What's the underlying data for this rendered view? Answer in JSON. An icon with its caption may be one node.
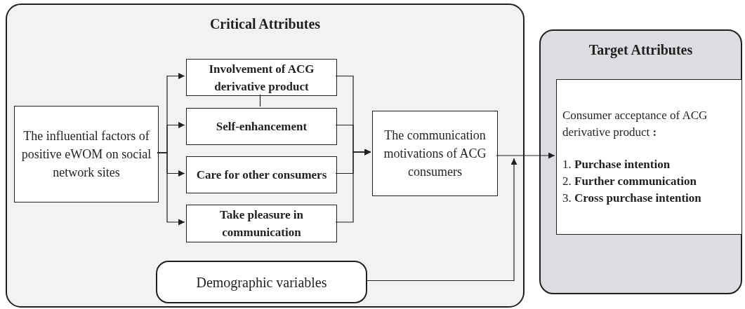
{
  "diagram": {
    "nodes": [
      {
        "text": [
          "Critical Attributes"
        ]
      },
      {
        "text": [
          "The influential factors of positive eWOM on social network sites"
        ],
        "in": 0
      },
      {
        "text": [
          "Involvement of ACG derivative product"
        ],
        "in": 0
      },
      {
        "text": [
          "Self-enhancement"
        ],
        "in": 0
      },
      {
        "text": [
          "Care for other consumers"
        ],
        "in": 0
      },
      {
        "text": [
          "Take pleasure in communication"
        ],
        "in": 0
      },
      {
        "text": [
          "The communication motivations of ACG consumers"
        ],
        "in": 0
      },
      {
        "text": [
          "Demographic variables"
        ],
        "in": 0
      },
      {
        "text": [
          "Target Attributes"
        ]
      },
      {
        "text": [
          "Consumer acceptance of ACG derivative product **:**",
          "1. **Purchase intention**",
          "2. **Further communication**",
          "3. **Cross purchase intention**"
        ],
        "in": 8
      }
    ],
    "edges": [
      {
        "from": 1,
        "to": 2,
        "arrow": "to"
      },
      {
        "from": 1,
        "to": 3,
        "arrow": "to"
      },
      {
        "from": 1,
        "to": 4,
        "arrow": "to"
      },
      {
        "from": 1,
        "to": 5,
        "arrow": "to"
      },
      {
        "from": 2,
        "to": 3,
        "arrow": "none"
      },
      {
        "from": 2,
        "to": 6,
        "arrow": "to"
      },
      {
        "from": 3,
        "to": 6,
        "arrow": "to"
      },
      {
        "from": 4,
        "to": 6,
        "arrow": "to"
      },
      {
        "from": 5,
        "to": 6,
        "arrow": "to"
      },
      {
        "from": 6,
        "to": 9,
        "arrow": "to"
      },
      {
        "from": 7,
        "to": null,
        "arrow": "to"
      }
    ]
  }
}
